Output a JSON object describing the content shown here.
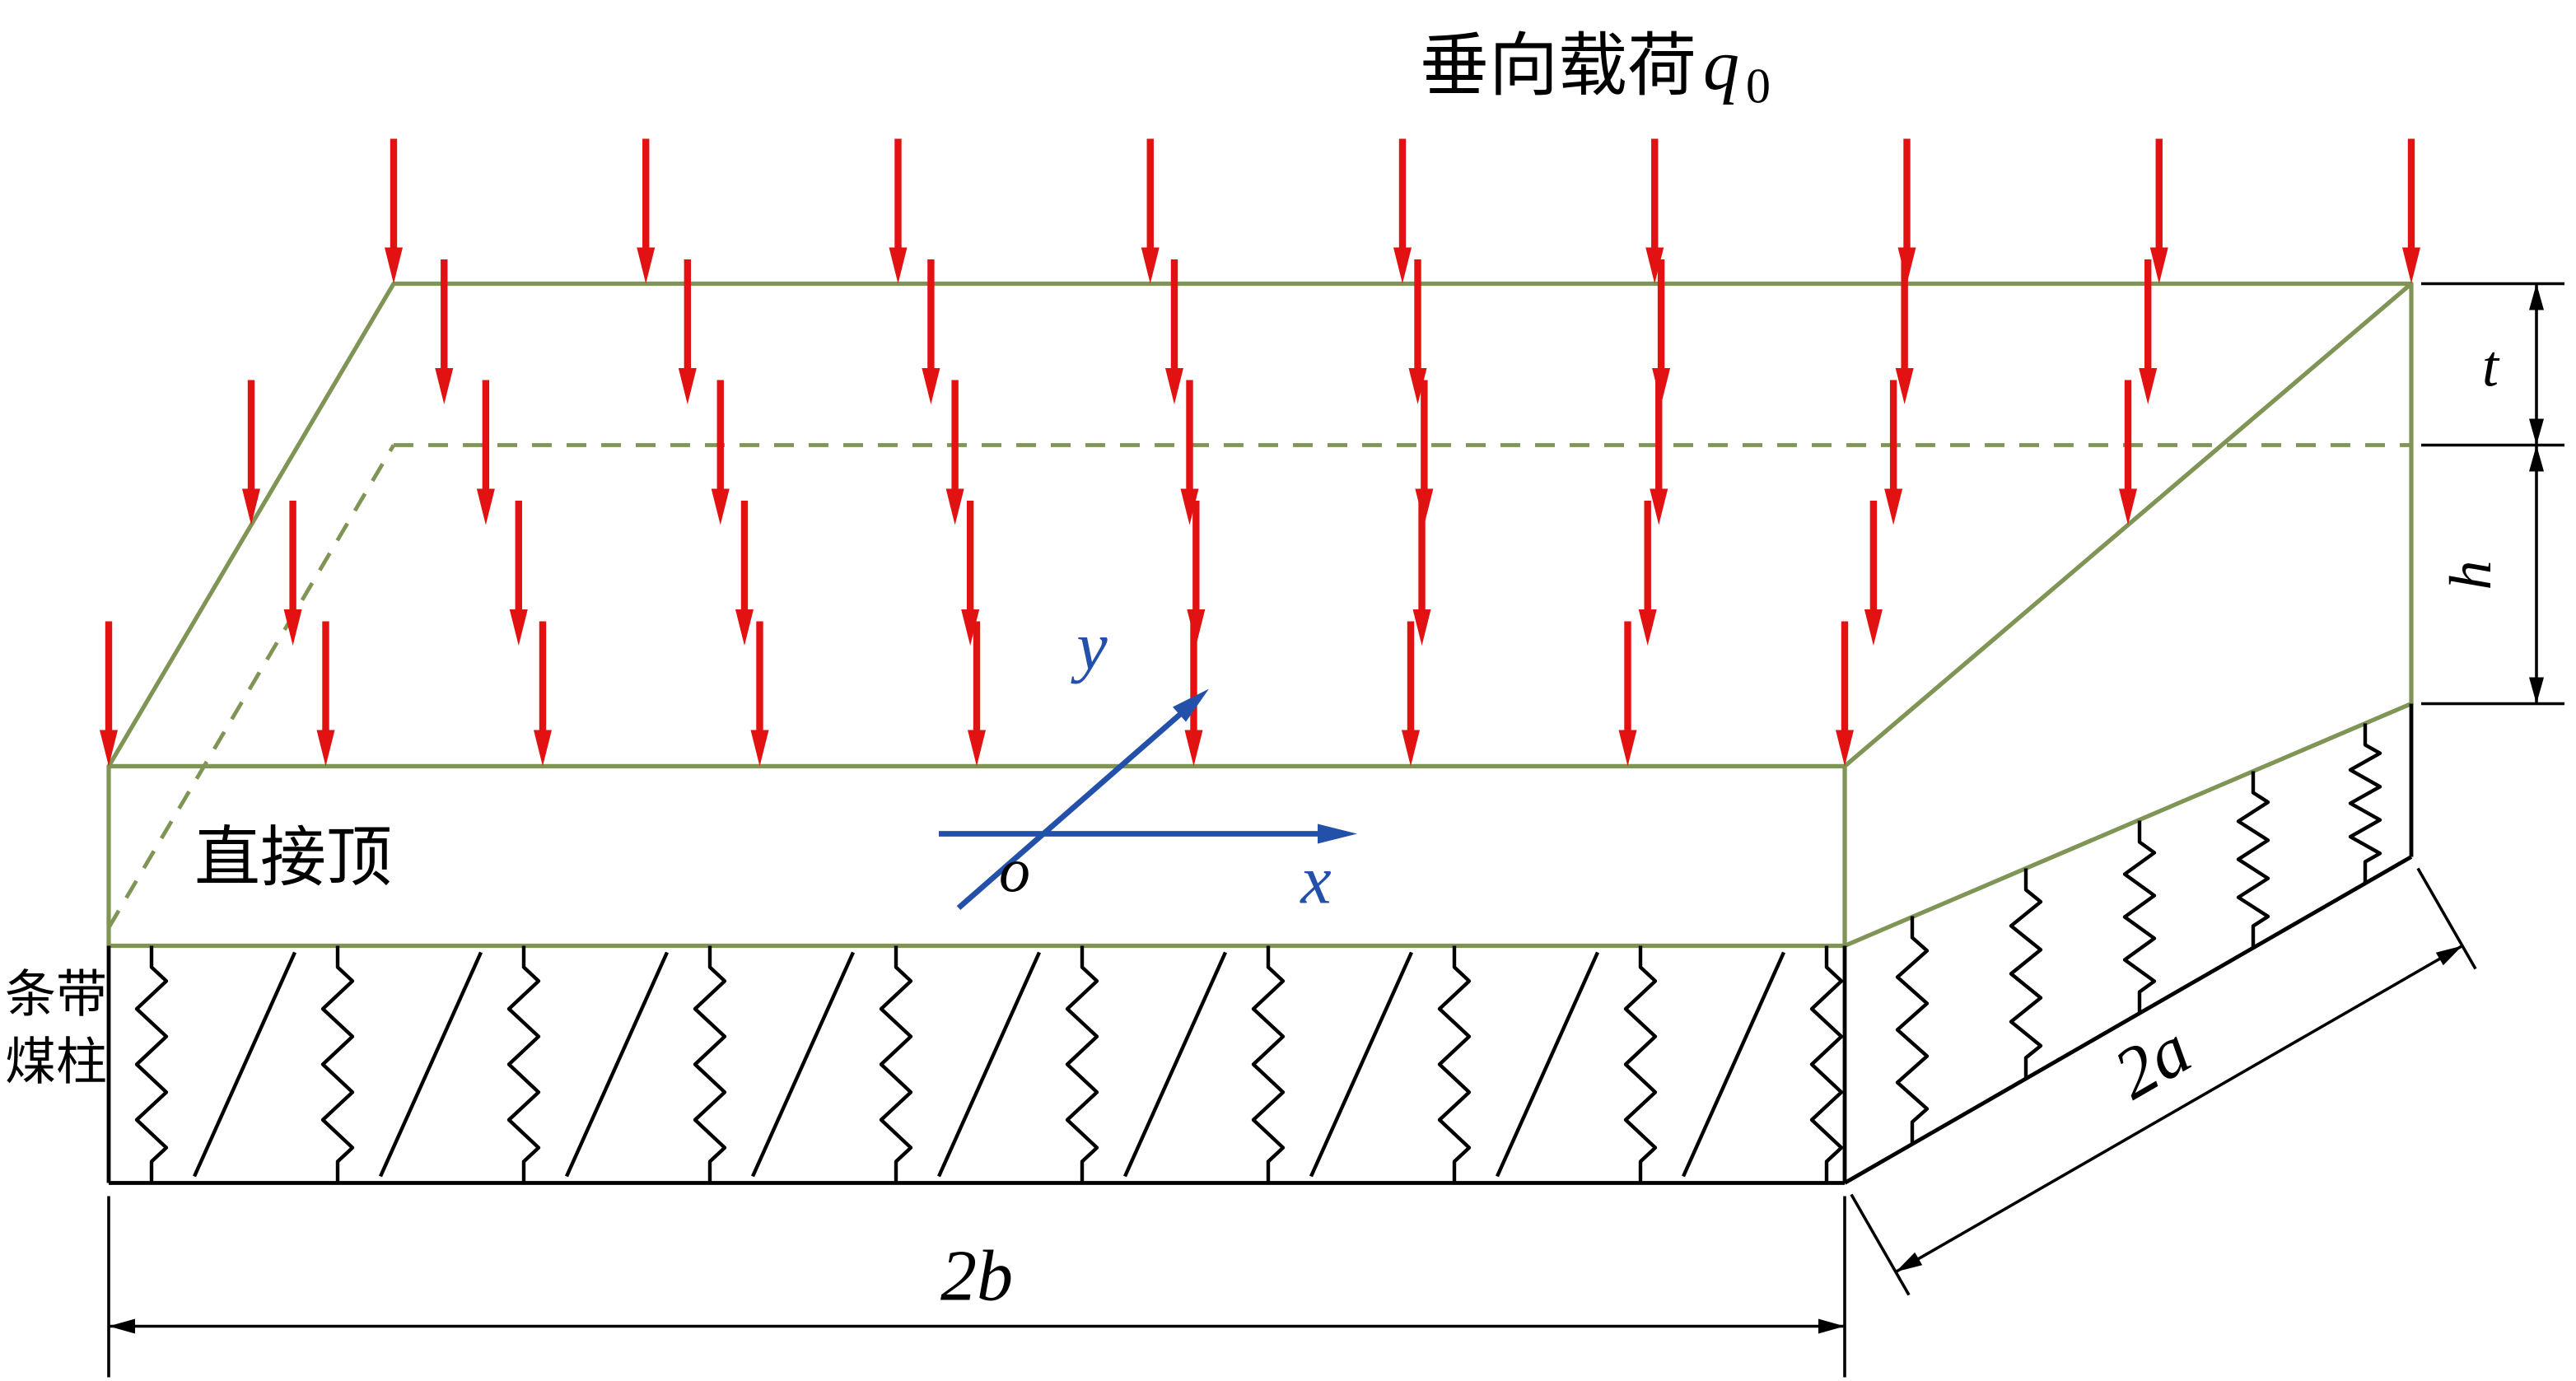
{
  "figure": {
    "title": {
      "text": "垂向载荷",
      "symbol": "q",
      "subscript": "0"
    },
    "labels": {
      "roof": "直接顶",
      "pillar_line1": "条带",
      "pillar_line2": "煤柱",
      "axis_x": "x",
      "axis_y": "y",
      "origin": "o"
    },
    "dimensions": {
      "top_layer_thickness": "t",
      "roof_thickness": "h",
      "width": "2b",
      "depth": "2a"
    },
    "colors": {
      "plate_outline": "#7f9455",
      "load_arrows": "#e31212",
      "axes": "#2350a8",
      "structure": "#000000"
    }
  }
}
